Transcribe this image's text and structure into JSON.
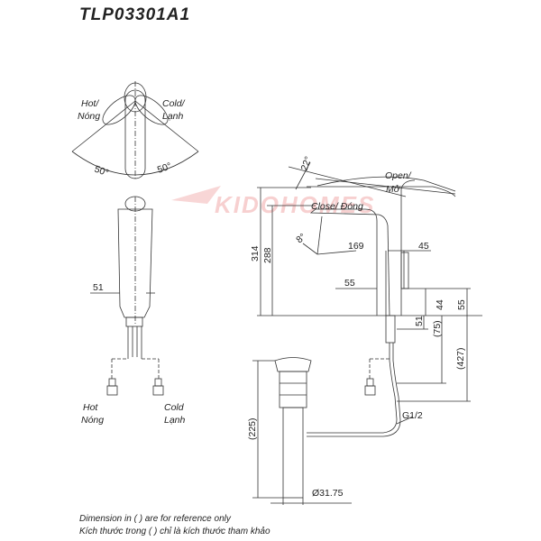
{
  "title": "TLP03301A1",
  "watermark": "KIDOHOMES",
  "top_view": {
    "hot_label": "Hot/",
    "hot_label_vi": "Nóng",
    "cold_label": "Cold/",
    "cold_label_vi": "Lạnh",
    "angle_left": "50°",
    "angle_right": "50°"
  },
  "front_view": {
    "dim_51": "51",
    "hot_label": "Hot",
    "hot_label_vi": "Nóng",
    "cold_label": "Cold",
    "cold_label_vi": "Lạnh"
  },
  "side_view": {
    "angle_22": "22°",
    "open_label": "Open/",
    "open_label_vi": "Mở",
    "close_label": "Close/ Đóng",
    "angle_8": "8°",
    "dim_314": "314",
    "dim_288": "288",
    "dim_169": "169",
    "dim_45": "45",
    "dim_55_left": "55",
    "dim_44": "44",
    "dim_55_right": "55",
    "dim_51": "51",
    "dim_75": "(75)",
    "dim_427": "(427)",
    "dim_225": "(225)",
    "thread": "G1/2",
    "drain_diameter": "Ø31.75"
  },
  "notes": {
    "line1": "Dimension in ( ) are for reference only",
    "line2": "Kích thước trong ( ) chỉ là kích thước tham khảo"
  }
}
